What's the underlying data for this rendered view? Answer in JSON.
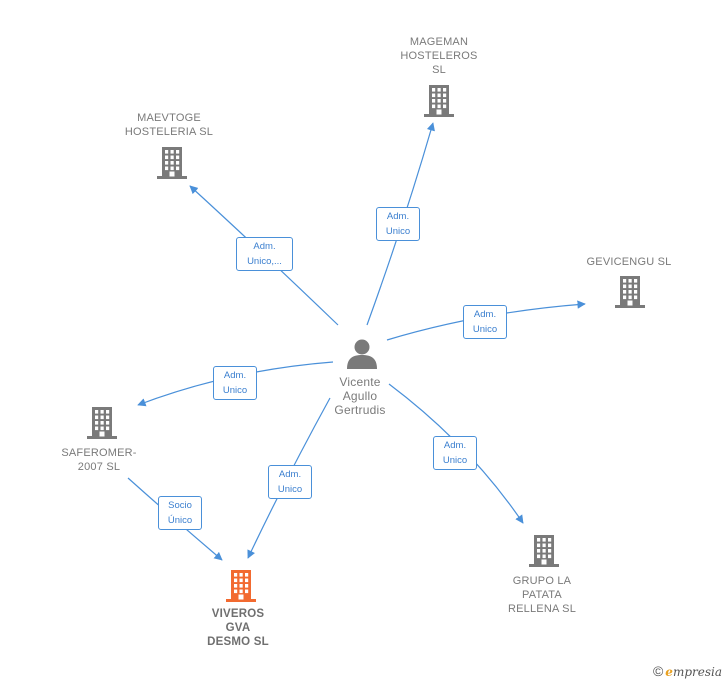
{
  "colors": {
    "edge": "#4a90d9",
    "company_icon": "#7a7a7a",
    "target_icon": "#f26a30",
    "person_icon": "#7a7a7a",
    "label_text": "#7a7a7a"
  },
  "person": {
    "icon": "person-icon",
    "lines": [
      "Vicente",
      "Agullo",
      "Gertrudis"
    ]
  },
  "companies": [
    {
      "key": "maevtoge",
      "icon": "building-icon",
      "lines": [
        "MAEVTOGE",
        "HOSTELERIA SL"
      ]
    },
    {
      "key": "mageman",
      "icon": "building-icon",
      "lines": [
        "MAGEMAN",
        "HOSTELEROS",
        "SL"
      ]
    },
    {
      "key": "gevicengu",
      "icon": "building-icon",
      "lines": [
        "GEVICENGU SL"
      ]
    },
    {
      "key": "saferomer",
      "icon": "building-icon",
      "lines": [
        "SAFEROMER-",
        "2007  SL"
      ]
    },
    {
      "key": "grupo",
      "icon": "building-icon",
      "lines": [
        "GRUPO LA",
        "PATATA",
        "RELLENA  SL"
      ]
    },
    {
      "key": "viveros",
      "icon": "building-icon",
      "highlight": true,
      "lines": [
        "VIVEROS",
        "GVA",
        "DESMO  SL"
      ]
    }
  ],
  "edges": [
    {
      "from": "person",
      "to": "maevtoge",
      "lines": [
        "Adm.",
        "Unico,..."
      ]
    },
    {
      "from": "person",
      "to": "mageman",
      "lines": [
        "Adm.",
        "Unico"
      ]
    },
    {
      "from": "person",
      "to": "gevicengu",
      "lines": [
        "Adm.",
        "Unico"
      ]
    },
    {
      "from": "person",
      "to": "saferomer",
      "lines": [
        "Adm.",
        "Unico"
      ]
    },
    {
      "from": "person",
      "to": "grupo",
      "lines": [
        "Adm.",
        "Unico"
      ]
    },
    {
      "from": "person",
      "to": "viveros",
      "lines": [
        "Adm.",
        "Unico"
      ]
    },
    {
      "from": "saferomer",
      "to": "viveros",
      "lines": [
        "Socio",
        "Único"
      ]
    }
  ],
  "footer": {
    "copyright": "©",
    "brand_first": "e",
    "brand_rest": "mpresia"
  }
}
